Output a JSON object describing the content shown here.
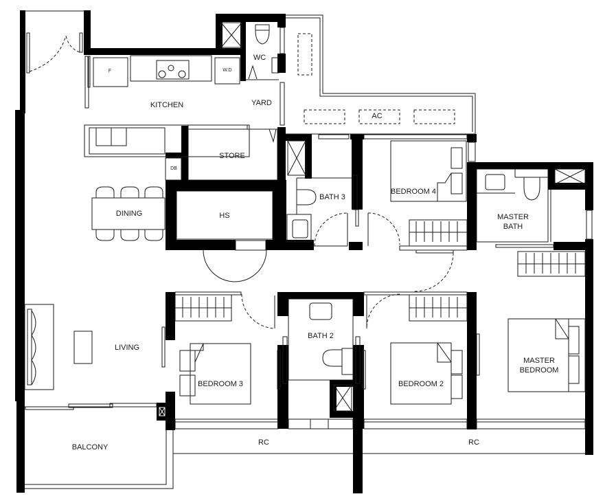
{
  "plan": {
    "type": "residential-floor-plan",
    "colors": {
      "wall": "#000000",
      "line": "#1a1a1a",
      "background": "#ffffff"
    }
  },
  "rooms": {
    "kitchen": {
      "label": "KITCHEN"
    },
    "yard": {
      "label": "YARD"
    },
    "wc": {
      "label": "WC"
    },
    "store": {
      "label": "STORE"
    },
    "hs": {
      "label": "HS"
    },
    "dining": {
      "label": "DINING"
    },
    "living": {
      "label": "LIVING"
    },
    "balcony": {
      "label": "BALCONY"
    },
    "bath3": {
      "label": "BATH 3"
    },
    "bath2": {
      "label": "BATH 2"
    },
    "bedroom4": {
      "label": "BEDROOM 4"
    },
    "bedroom3": {
      "label": "BEDROOM 3"
    },
    "bedroom2": {
      "label": "BEDROOM  2"
    },
    "master_bath": {
      "label": "MASTER\nBATH"
    },
    "master_bedroom": {
      "label": "MASTER\nBEDROOM"
    },
    "ac": {
      "label": "AC"
    },
    "rc_left": {
      "label": "RC"
    },
    "rc_right": {
      "label": "RC"
    }
  },
  "fixtures": {
    "fridge": {
      "label": "F"
    },
    "washer_dryer": {
      "label": "W.D"
    },
    "db": {
      "label": "DB"
    }
  }
}
